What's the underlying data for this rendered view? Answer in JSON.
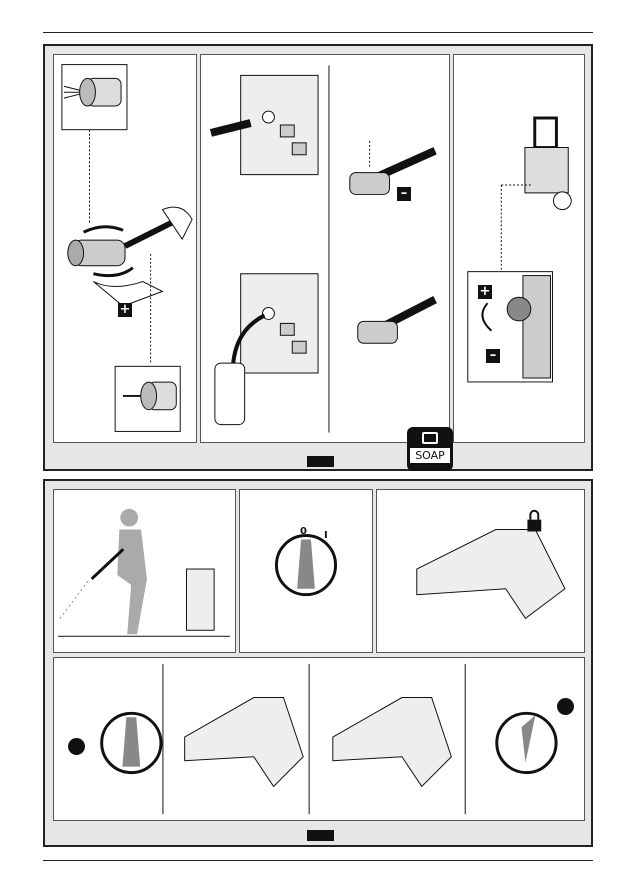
{
  "sections": {
    "top": {
      "panel_left": {
        "sign": "+"
      },
      "panel_middle": {
        "sign": "–",
        "soap_label": "SOAP"
      },
      "panel_right": {
        "sign_plus": "+",
        "sign_minus": "–"
      }
    },
    "bottom": {
      "dial_off": "0",
      "dial_on": "I"
    }
  },
  "icons": [
    "nozzle-icon",
    "gun-icon",
    "lock-icon",
    "unlock-icon",
    "dial-icon",
    "soap-icon",
    "pressure-washer-icon",
    "person-spraying-icon"
  ]
}
